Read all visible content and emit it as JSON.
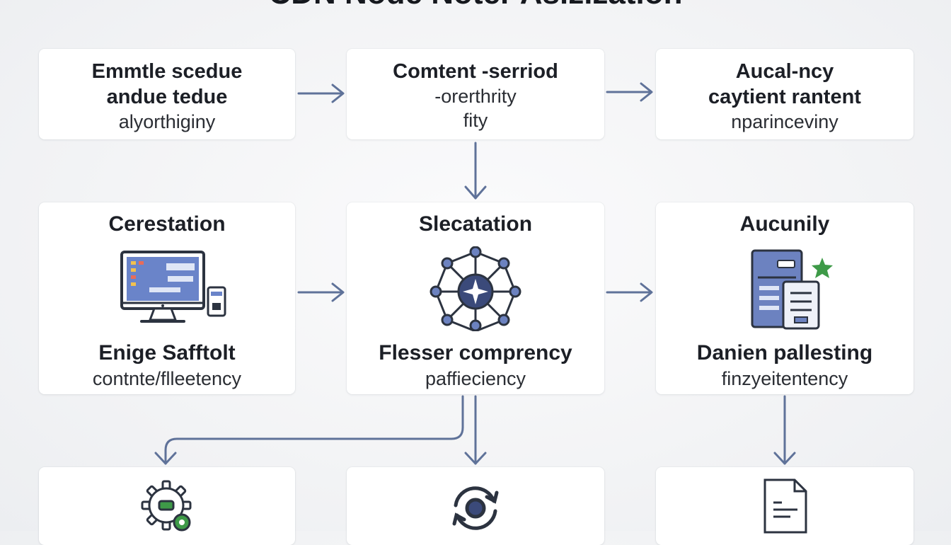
{
  "diagram": {
    "title": "CDN Node Noter Asizlzation",
    "colors": {
      "accent": "#5f7299",
      "icon_blue": "#4c5f96",
      "icon_fill": "#6c82c0",
      "green": "#3e9a48"
    },
    "row1": [
      {
        "lines": [
          "Emmtle scedue",
          "andue tedue"
        ],
        "sub": "alyorthiginy"
      },
      {
        "lines": [
          "Comtent -serriod"
        ],
        "subs": [
          "-orerthrity",
          "fity"
        ]
      },
      {
        "lines": [
          "Aucal-ncy",
          "caytient rantent"
        ],
        "sub": "nparinceviny"
      }
    ],
    "row2": [
      {
        "title": "Cerestation",
        "icon": "desktop-computer-icon",
        "sub": "Enige Safftolt",
        "sub2": "contnte/flleetency"
      },
      {
        "title": "Slecatation",
        "icon": "network-nodes-icon",
        "sub": "Flesser comprency",
        "sub2": "paffieciency"
      },
      {
        "title": "Aucunily",
        "icon": "server-star-icon",
        "sub": "Danien pallesting",
        "sub2": "finzyeitentency"
      }
    ],
    "row3": [
      {
        "icon": "gear-icon"
      },
      {
        "icon": "refresh-cycle-icon"
      },
      {
        "icon": "document-icon"
      }
    ]
  }
}
